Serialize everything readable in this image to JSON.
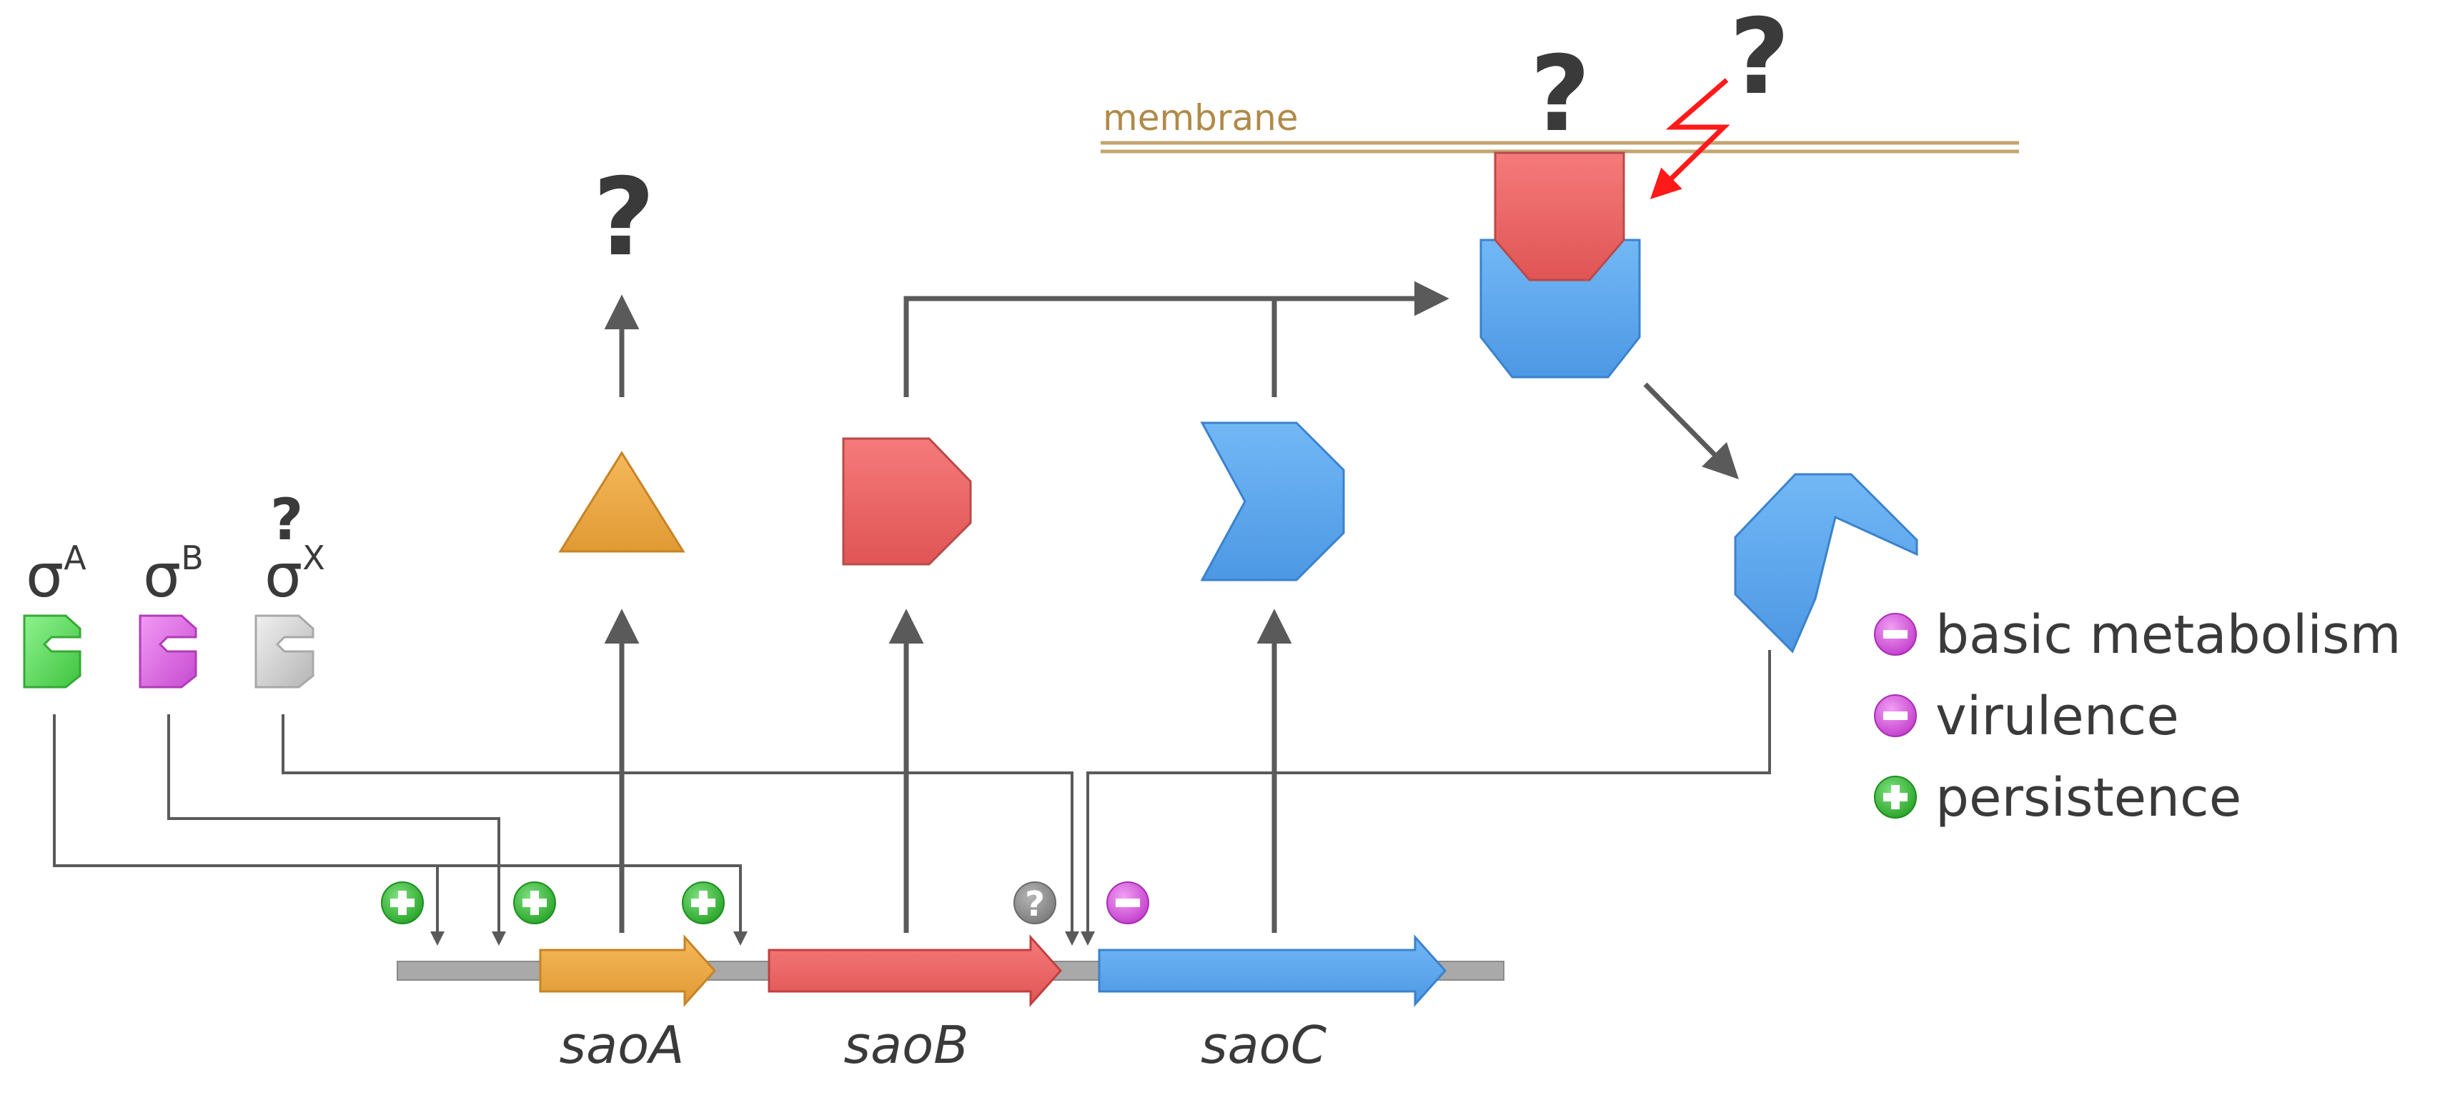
{
  "membrane": {
    "label": "membrane"
  },
  "sigma_factors": [
    {
      "symbol": "σ",
      "superscript": "A",
      "color": "#5bd15b",
      "name": "sigma-a"
    },
    {
      "symbol": "σ",
      "superscript": "B",
      "color": "#d966e0",
      "name": "sigma-b"
    },
    {
      "symbol": "σ",
      "superscript": "X",
      "color": "#cccccc",
      "name": "sigma-x",
      "mark": "?"
    }
  ],
  "genes": [
    {
      "label": "saoA",
      "color": "#f0a844"
    },
    {
      "label": "saoB",
      "color": "#ec6464"
    },
    {
      "label": "saoC",
      "color": "#5aa7ee"
    }
  ],
  "unknown_mark": "?",
  "legend": [
    {
      "sign": "minus",
      "label": "basic metabolism",
      "color": "#d44ee0"
    },
    {
      "sign": "minus",
      "label": "virulence",
      "color": "#d44ee0"
    },
    {
      "sign": "plus",
      "label": "persistence",
      "color": "#3bb83b"
    }
  ],
  "colors": {
    "line": "#5a5a5a",
    "signal": "#ff1a1a",
    "membrane": "#c2a570",
    "chromosome": "#a9a9a9"
  }
}
